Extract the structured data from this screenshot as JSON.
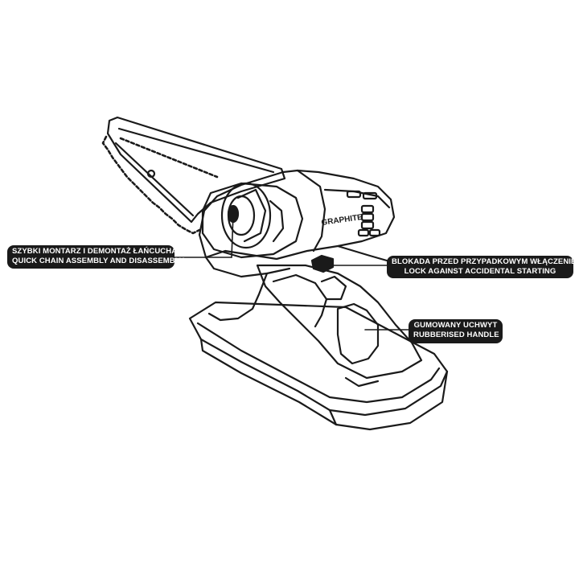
{
  "brand": "GRAPHITE",
  "callouts": {
    "chain": {
      "line1": "SZYBKI MONTARZ I DEMONTAŻ ŁAŃCUCHA",
      "line2": "QUICK CHAIN ASSEMBLY AND DISASSEMBLY"
    },
    "lock": {
      "line1": "BLOKADA PRZED PRZYPADKOWYM WŁĄCZENIEM",
      "line2": "LOCK AGAINST ACCIDENTAL STARTING"
    },
    "handle": {
      "line1": "GUMOWANY UCHWYT",
      "line2": "RUBBERISED HANDLE"
    }
  }
}
